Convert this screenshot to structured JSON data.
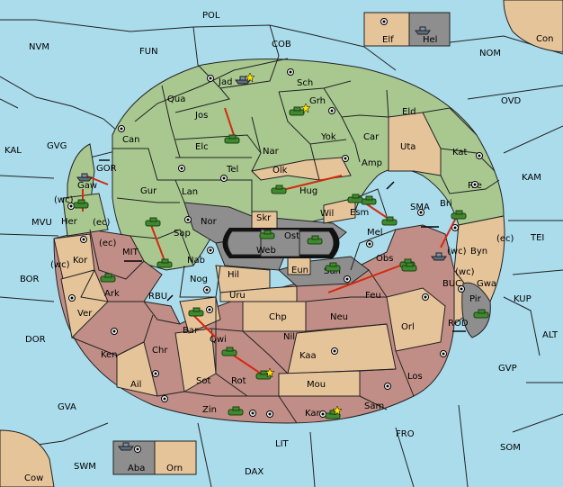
{
  "colors": {
    "sea": "#aadcec",
    "green_power": "#a8c890",
    "red_power": "#c08e86",
    "neutral": "#e6c49a",
    "impassable": "#8e8e8e",
    "order_arrow": "#d42a10",
    "army_fill": "#3f8a2e"
  },
  "sea_labels": [
    {
      "id": "pol",
      "text": "POL"
    },
    {
      "id": "fun",
      "text": "FUN"
    },
    {
      "id": "cob",
      "text": "COB"
    },
    {
      "id": "nvm",
      "text": "NVM"
    },
    {
      "id": "nom",
      "text": "NOM"
    },
    {
      "id": "ovd",
      "text": "OVD"
    },
    {
      "id": "kal",
      "text": "KAL"
    },
    {
      "id": "gvg",
      "text": "GVG"
    },
    {
      "id": "kam",
      "text": "KAM"
    },
    {
      "id": "mvu",
      "text": "MVU"
    },
    {
      "id": "tei",
      "text": "TEI"
    },
    {
      "id": "sma",
      "text": "SMA"
    },
    {
      "id": "mit",
      "text": "MIT"
    },
    {
      "id": "gor",
      "text": "GOR"
    },
    {
      "id": "bor",
      "text": "BOR"
    },
    {
      "id": "rbu",
      "text": "RBU"
    },
    {
      "id": "buc",
      "text": "BUC"
    },
    {
      "id": "kup",
      "text": "KUP"
    },
    {
      "id": "rod",
      "text": "ROD"
    },
    {
      "id": "alt",
      "text": "ALT"
    },
    {
      "id": "dor",
      "text": "DOR"
    },
    {
      "id": "gvp",
      "text": "GVP"
    },
    {
      "id": "gva",
      "text": "GVA"
    },
    {
      "id": "fro",
      "text": "FRO"
    },
    {
      "id": "som",
      "text": "SOM"
    },
    {
      "id": "lit",
      "text": "LIT"
    },
    {
      "id": "swm",
      "text": "SWM"
    },
    {
      "id": "dax",
      "text": "DAX"
    }
  ],
  "land_labels": [
    {
      "id": "jad",
      "text": "Jad"
    },
    {
      "id": "sch",
      "text": "Sch"
    },
    {
      "id": "qua",
      "text": "Qua"
    },
    {
      "id": "grh",
      "text": "Grh"
    },
    {
      "id": "jos",
      "text": "Jos"
    },
    {
      "id": "eld",
      "text": "Eld"
    },
    {
      "id": "can",
      "text": "Can"
    },
    {
      "id": "yok",
      "text": "Yok"
    },
    {
      "id": "car",
      "text": "Car"
    },
    {
      "id": "elc",
      "text": "Elc"
    },
    {
      "id": "nar",
      "text": "Nar"
    },
    {
      "id": "uta",
      "text": "Uta"
    },
    {
      "id": "kat",
      "text": "Kat"
    },
    {
      "id": "tel",
      "text": "Tel"
    },
    {
      "id": "olk",
      "text": "Olk"
    },
    {
      "id": "amp",
      "text": "Amp"
    },
    {
      "id": "gaw",
      "text": "Gaw"
    },
    {
      "id": "gur",
      "text": "Gur"
    },
    {
      "id": "lan",
      "text": "Lan"
    },
    {
      "id": "hug",
      "text": "Hug"
    },
    {
      "id": "rie",
      "text": "Rie"
    },
    {
      "id": "bri",
      "text": "Bri"
    },
    {
      "id": "her",
      "text": "Her"
    },
    {
      "id": "nor",
      "text": "Nor"
    },
    {
      "id": "skr",
      "text": "Skr"
    },
    {
      "id": "wil",
      "text": "Wil"
    },
    {
      "id": "esm",
      "text": "Esm"
    },
    {
      "id": "sap",
      "text": "Sap"
    },
    {
      "id": "web",
      "text": "Web"
    },
    {
      "id": "ost",
      "text": "Ost"
    },
    {
      "id": "mel",
      "text": "Mel"
    },
    {
      "id": "byn",
      "text": "Byn"
    },
    {
      "id": "kor",
      "text": "Kor"
    },
    {
      "id": "nab",
      "text": "Nab"
    },
    {
      "id": "obs",
      "text": "Obs"
    },
    {
      "id": "eun",
      "text": "Eun"
    },
    {
      "id": "sun",
      "text": "Sun"
    },
    {
      "id": "hil",
      "text": "Hil"
    },
    {
      "id": "gwa",
      "text": "Gwa"
    },
    {
      "id": "ark",
      "text": "Ark"
    },
    {
      "id": "nog",
      "text": "Nog"
    },
    {
      "id": "feu",
      "text": "Feu"
    },
    {
      "id": "pir",
      "text": "Pir"
    },
    {
      "id": "uru",
      "text": "Uru"
    },
    {
      "id": "ver",
      "text": "Ver"
    },
    {
      "id": "chp",
      "text": "Chp"
    },
    {
      "id": "neu",
      "text": "Neu"
    },
    {
      "id": "orl",
      "text": "Orl"
    },
    {
      "id": "bar",
      "text": "Bar"
    },
    {
      "id": "qwi",
      "text": "Qwi"
    },
    {
      "id": "nil",
      "text": "Nil"
    },
    {
      "id": "ken",
      "text": "Ken"
    },
    {
      "id": "chr",
      "text": "Chr"
    },
    {
      "id": "kaa",
      "text": "Kaa"
    },
    {
      "id": "ail",
      "text": "Ail"
    },
    {
      "id": "sot",
      "text": "Sot"
    },
    {
      "id": "rot",
      "text": "Rot"
    },
    {
      "id": "los",
      "text": "Los"
    },
    {
      "id": "mou",
      "text": "Mou"
    },
    {
      "id": "sam",
      "text": "Sam"
    },
    {
      "id": "zin",
      "text": "Zin"
    },
    {
      "id": "kar",
      "text": "Kar"
    },
    {
      "id": "elf",
      "text": "Elf"
    },
    {
      "id": "hel",
      "text": "Hel"
    },
    {
      "id": "con",
      "text": "Con"
    },
    {
      "id": "aba",
      "text": "Aba"
    },
    {
      "id": "orn",
      "text": "Orn"
    },
    {
      "id": "cow",
      "text": "Cow"
    }
  ],
  "coast_labels": [
    {
      "id": "wc1",
      "text": "(wc)"
    },
    {
      "id": "ec1",
      "text": "(ec)"
    },
    {
      "id": "ec2",
      "text": "(ec)"
    },
    {
      "id": "wc2",
      "text": "(wc)"
    },
    {
      "id": "wc3",
      "text": "(wc)"
    },
    {
      "id": "ec3",
      "text": "(ec)"
    },
    {
      "id": "wc4",
      "text": "(wc)"
    }
  ],
  "units": {
    "armies": 22,
    "fleets": 5
  }
}
